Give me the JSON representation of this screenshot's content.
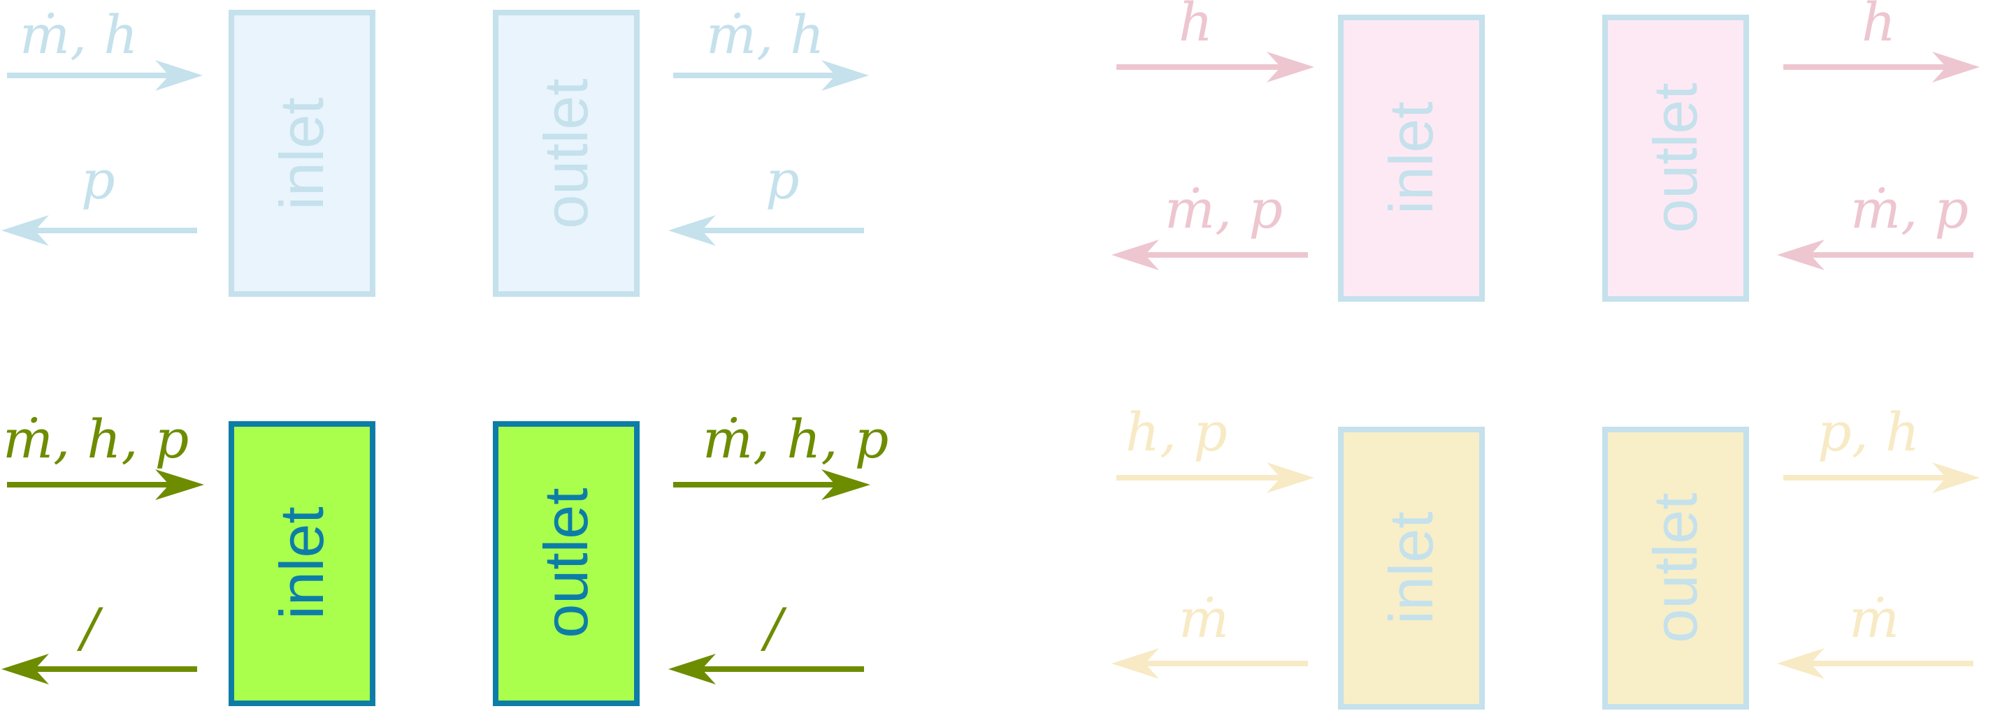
{
  "colors": {
    "faded_blue": "#c4e1ec",
    "faded_pink": "#edc6d0",
    "faded_yellow": "#f7eac4",
    "green": "#6d8c00",
    "bright_green": "#aaff4d",
    "teal_blue": "#0d7da8",
    "light_blue_fill": "#e9f4fd",
    "light_pink_fill": "#fde9f4",
    "light_yellow_fill": "#f8eec8"
  },
  "panels": {
    "top_left": {
      "inlet_label": "inlet",
      "outlet_label": "outlet",
      "in_forward_label": "ṁ, h",
      "in_backward_label": "p",
      "out_forward_label": "ṁ, h",
      "out_backward_label": "p"
    },
    "top_right": {
      "inlet_label": "inlet",
      "outlet_label": "outlet",
      "in_forward_label": "h",
      "in_backward_label": "ṁ, p",
      "out_forward_label": "h",
      "out_backward_label": "ṁ, p"
    },
    "bottom_left": {
      "inlet_label": "inlet",
      "outlet_label": "outlet",
      "in_forward_label": "ṁ, h, p",
      "in_backward_label": "/",
      "out_forward_label": "ṁ, h, p",
      "out_backward_label": "/"
    },
    "bottom_right": {
      "inlet_label": "inlet",
      "outlet_label": "outlet",
      "in_forward_label": "h, p",
      "in_backward_label": "ṁ",
      "out_forward_label": "p, h",
      "out_backward_label": "ṁ"
    }
  }
}
